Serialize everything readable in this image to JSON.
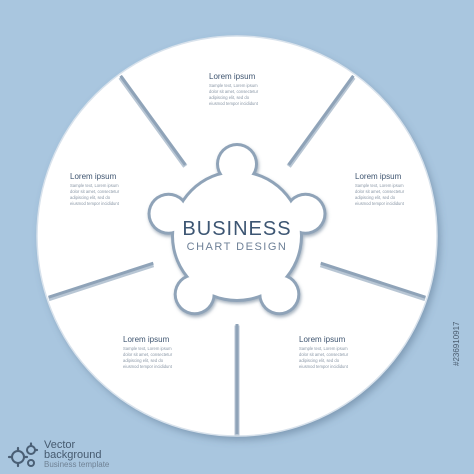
{
  "diagram": {
    "center": {
      "title": "BUSINESS",
      "subtitle": "CHART DESIGN"
    },
    "segments": [
      {
        "title": "Lorem ipsum",
        "body": "Sample text, Lorem ipsum\ndolor sit amet, consectetur\nadipiscing elit, sed do\neiusmod tempor incididunt"
      },
      {
        "title": "Lorem ipsum",
        "body": "Sample text, Lorem ipsum\ndolor sit amet, consectetur\nadipiscing elit, sed do\neiusmod tempor incididunt"
      },
      {
        "title": "Lorem ipsum",
        "body": "Sample text, Lorem ipsum\ndolor sit amet, consectetur\nadipiscing elit, sed do\neiusmod tempor incididunt"
      },
      {
        "title": "Lorem ipsum",
        "body": "Sample text, Lorem ipsum\ndolor sit amet, consectetur\nadipiscing elit, sed do\neiusmod tempor incididunt"
      },
      {
        "title": "Lorem ipsum",
        "body": "Sample text, Lorem ipsum\ndolor sit amet, consectetur\nadipiscing elit, sed do\neiusmod tempor incididunt"
      }
    ]
  },
  "footer": {
    "line1": "Vector",
    "line2": "background",
    "line3": "Business template",
    "icon": "gears-icon"
  },
  "side_id": "#236910917",
  "colors": {
    "background": "#a9c6df",
    "disc": "#ffffff",
    "gap": "#8fa3b8",
    "title": "#3d5673"
  }
}
